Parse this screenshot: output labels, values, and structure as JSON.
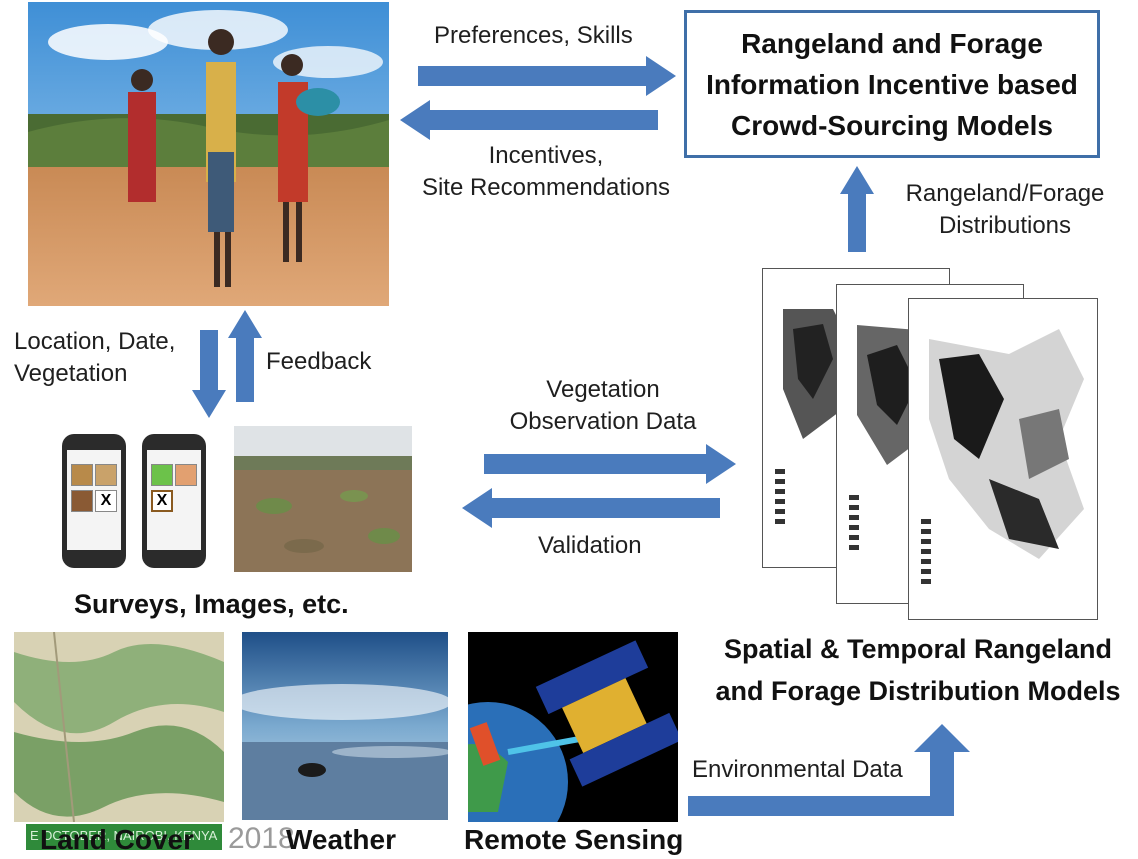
{
  "top": {
    "arrow_right_label": "Preferences, Skills",
    "arrow_left_label": "Incentives,\nSite Recommendations"
  },
  "model_box": {
    "title": "Rangeland and Forage\nInformation Incentive based\nCrowd-Sourcing Models"
  },
  "up_arrow_label": "Rangeland/Forage\nDistributions",
  "left_flow": {
    "down_label": "Location, Date,\nVegetation",
    "up_label": "Feedback"
  },
  "middle_flow": {
    "right_label": "Vegetation\nObservation Data",
    "left_label": "Validation"
  },
  "surveys_caption": "Surveys, Images, etc.",
  "models_caption": "Spatial & Temporal Rangeland\nand Forage Distribution Models",
  "bottom": {
    "env_label": "Environmental Data",
    "land_cover": "Land Cover",
    "weather": "Weather",
    "remote_sensing": "Remote Sensing",
    "watermark_year": "2018",
    "watermark_banner": "E OCTOBER, NAIROBI, KENYA"
  },
  "colors": {
    "arrow": "#4a7bbd",
    "box_border": "#3f6fa8"
  },
  "icons": [
    "arrow-right-icon",
    "arrow-left-icon",
    "arrow-up-icon",
    "arrow-down-icon",
    "satellite-icon",
    "phone-icon",
    "map-icon"
  ]
}
